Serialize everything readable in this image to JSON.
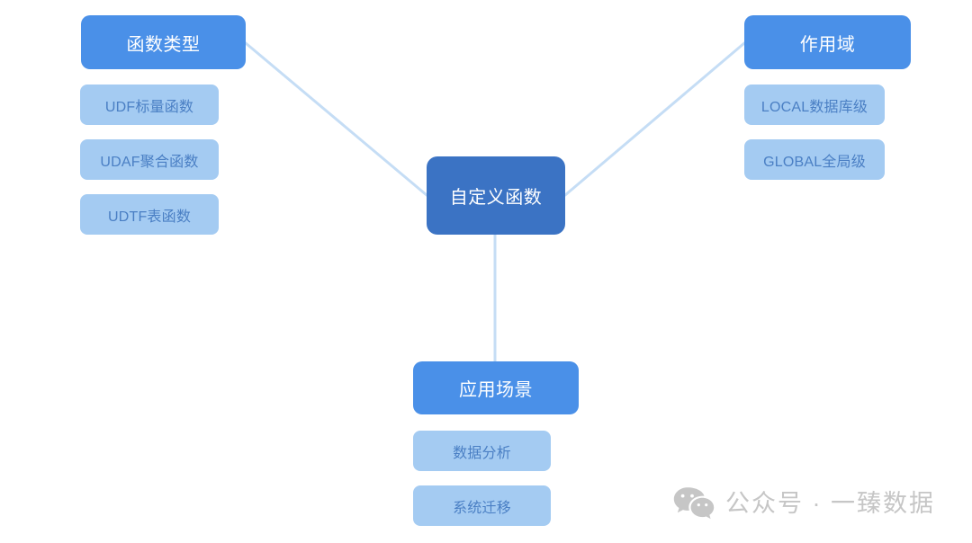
{
  "diagram": {
    "type": "mindmap",
    "background_color": "#FFFFFF",
    "colors": {
      "central_node": "#3B73C4",
      "branch_node": "#4A90E8",
      "leaf_node_fill": "#A4CBF2",
      "leaf_node_text": "#4A7FC4",
      "connector": "#C5DDF5",
      "watermark": "#C6C6C6"
    },
    "central": {
      "label": "自定义函数"
    },
    "branches": [
      {
        "id": "function-type",
        "label": "函数类型",
        "children": [
          {
            "label": "UDF标量函数"
          },
          {
            "label": "UDAF聚合函数"
          },
          {
            "label": "UDTF表函数"
          }
        ]
      },
      {
        "id": "scope",
        "label": "作用域",
        "children": [
          {
            "label": "LOCAL数据库级"
          },
          {
            "label": "GLOBAL全局级"
          }
        ]
      },
      {
        "id": "use-cases",
        "label": "应用场景",
        "children": [
          {
            "label": "数据分析"
          },
          {
            "label": "系统迁移"
          }
        ]
      }
    ]
  },
  "watermark": {
    "icon": "wechat-icon",
    "text": "公众号 · 一臻数据"
  }
}
